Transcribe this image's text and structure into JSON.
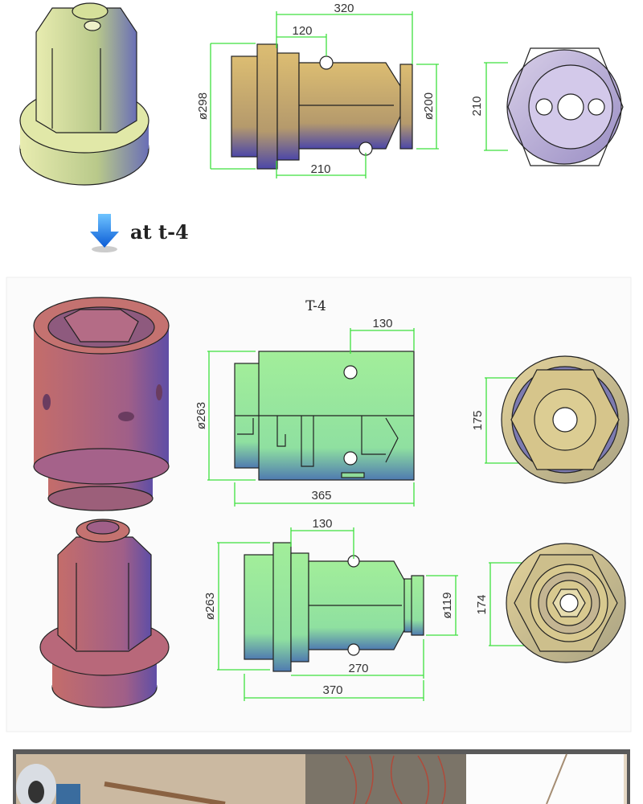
{
  "section1": {
    "dims": {
      "length_total": "320",
      "length_slot": "120",
      "diameter_flange": "ø298",
      "diameter_end": "ø200",
      "length_lower_slot": "210",
      "hex_across": "210"
    },
    "caption": "at t-4",
    "arrow_icon": "down-arrow-icon"
  },
  "section2": {
    "title": "T-4",
    "socket_dims": {
      "slot_offset": "130",
      "diameter": "ø263",
      "length": "365",
      "hex_across": "175"
    },
    "adapter_dims": {
      "slot_offset": "130",
      "diameter": "ø263",
      "diameter_end": "ø119",
      "length_body": "270",
      "length_total": "370",
      "hex_across": "174"
    }
  },
  "colors": {
    "dimension": "#3ee03e",
    "yellow_part": "#d9c079",
    "purple_part": "#b4a7d6",
    "red_part": "#b86b6b",
    "green_part": "#9ee89a"
  }
}
